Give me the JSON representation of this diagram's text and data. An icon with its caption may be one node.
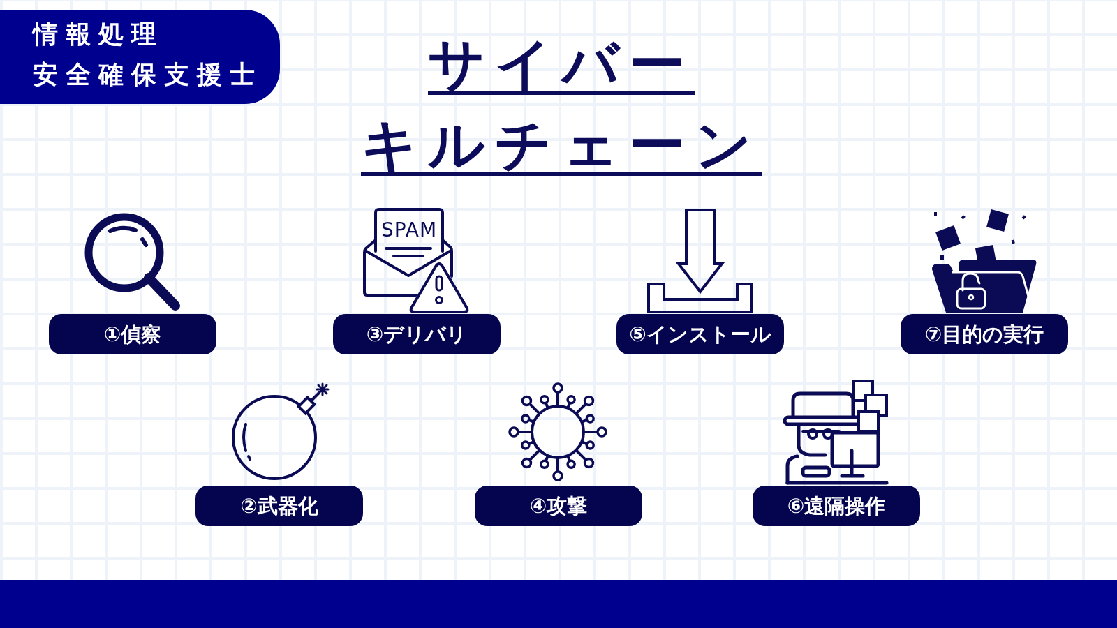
{
  "diagram": {
    "title": "サイバーキルチェーン",
    "nodes": [
      {
        "text": [
          "情報処理安全確保支援士"
        ]
      },
      {
        "text": [
          "①偵察"
        ]
      },
      {
        "text": [
          "③デリバリ"
        ]
      },
      {
        "text": [
          "⑤インストール"
        ]
      },
      {
        "text": [
          "⑦目的の実行"
        ]
      },
      {
        "text": [
          "②武器化"
        ]
      },
      {
        "text": [
          "④攻撃"
        ]
      },
      {
        "text": [
          "⑥遠隔操作"
        ]
      }
    ],
    "labels": [
      "SPAM"
    ]
  }
}
